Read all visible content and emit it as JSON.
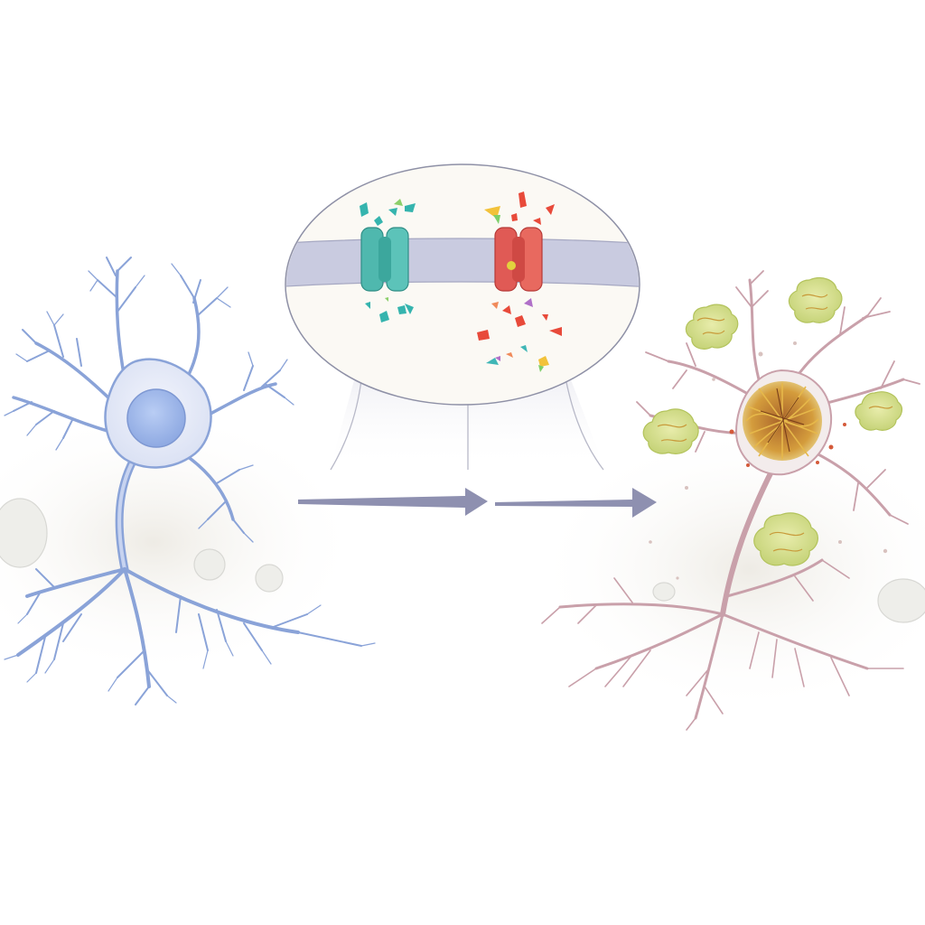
{
  "figure": {
    "text": "",
    "colors": {
      "healthy_neuron": "#8aa3d8",
      "healthy_nucleus": "#9fb8ec",
      "diseased_neuron": "#c9a0aa",
      "healthy_channel": "#4fb8ae",
      "faulty_channel": "#e05a55",
      "membrane": "#c9cbe0",
      "arrow": "#8e90b0",
      "plaque": "#d9e29a",
      "tangle": "#c8872c"
    },
    "panels": [
      {
        "id": "healthy-neuron",
        "icon": "neuron-healthy"
      },
      {
        "id": "channel-zoom",
        "icon": "membrane-ion-channels"
      },
      {
        "id": "diseased-neuron",
        "icon": "neuron-degenerating"
      }
    ]
  }
}
